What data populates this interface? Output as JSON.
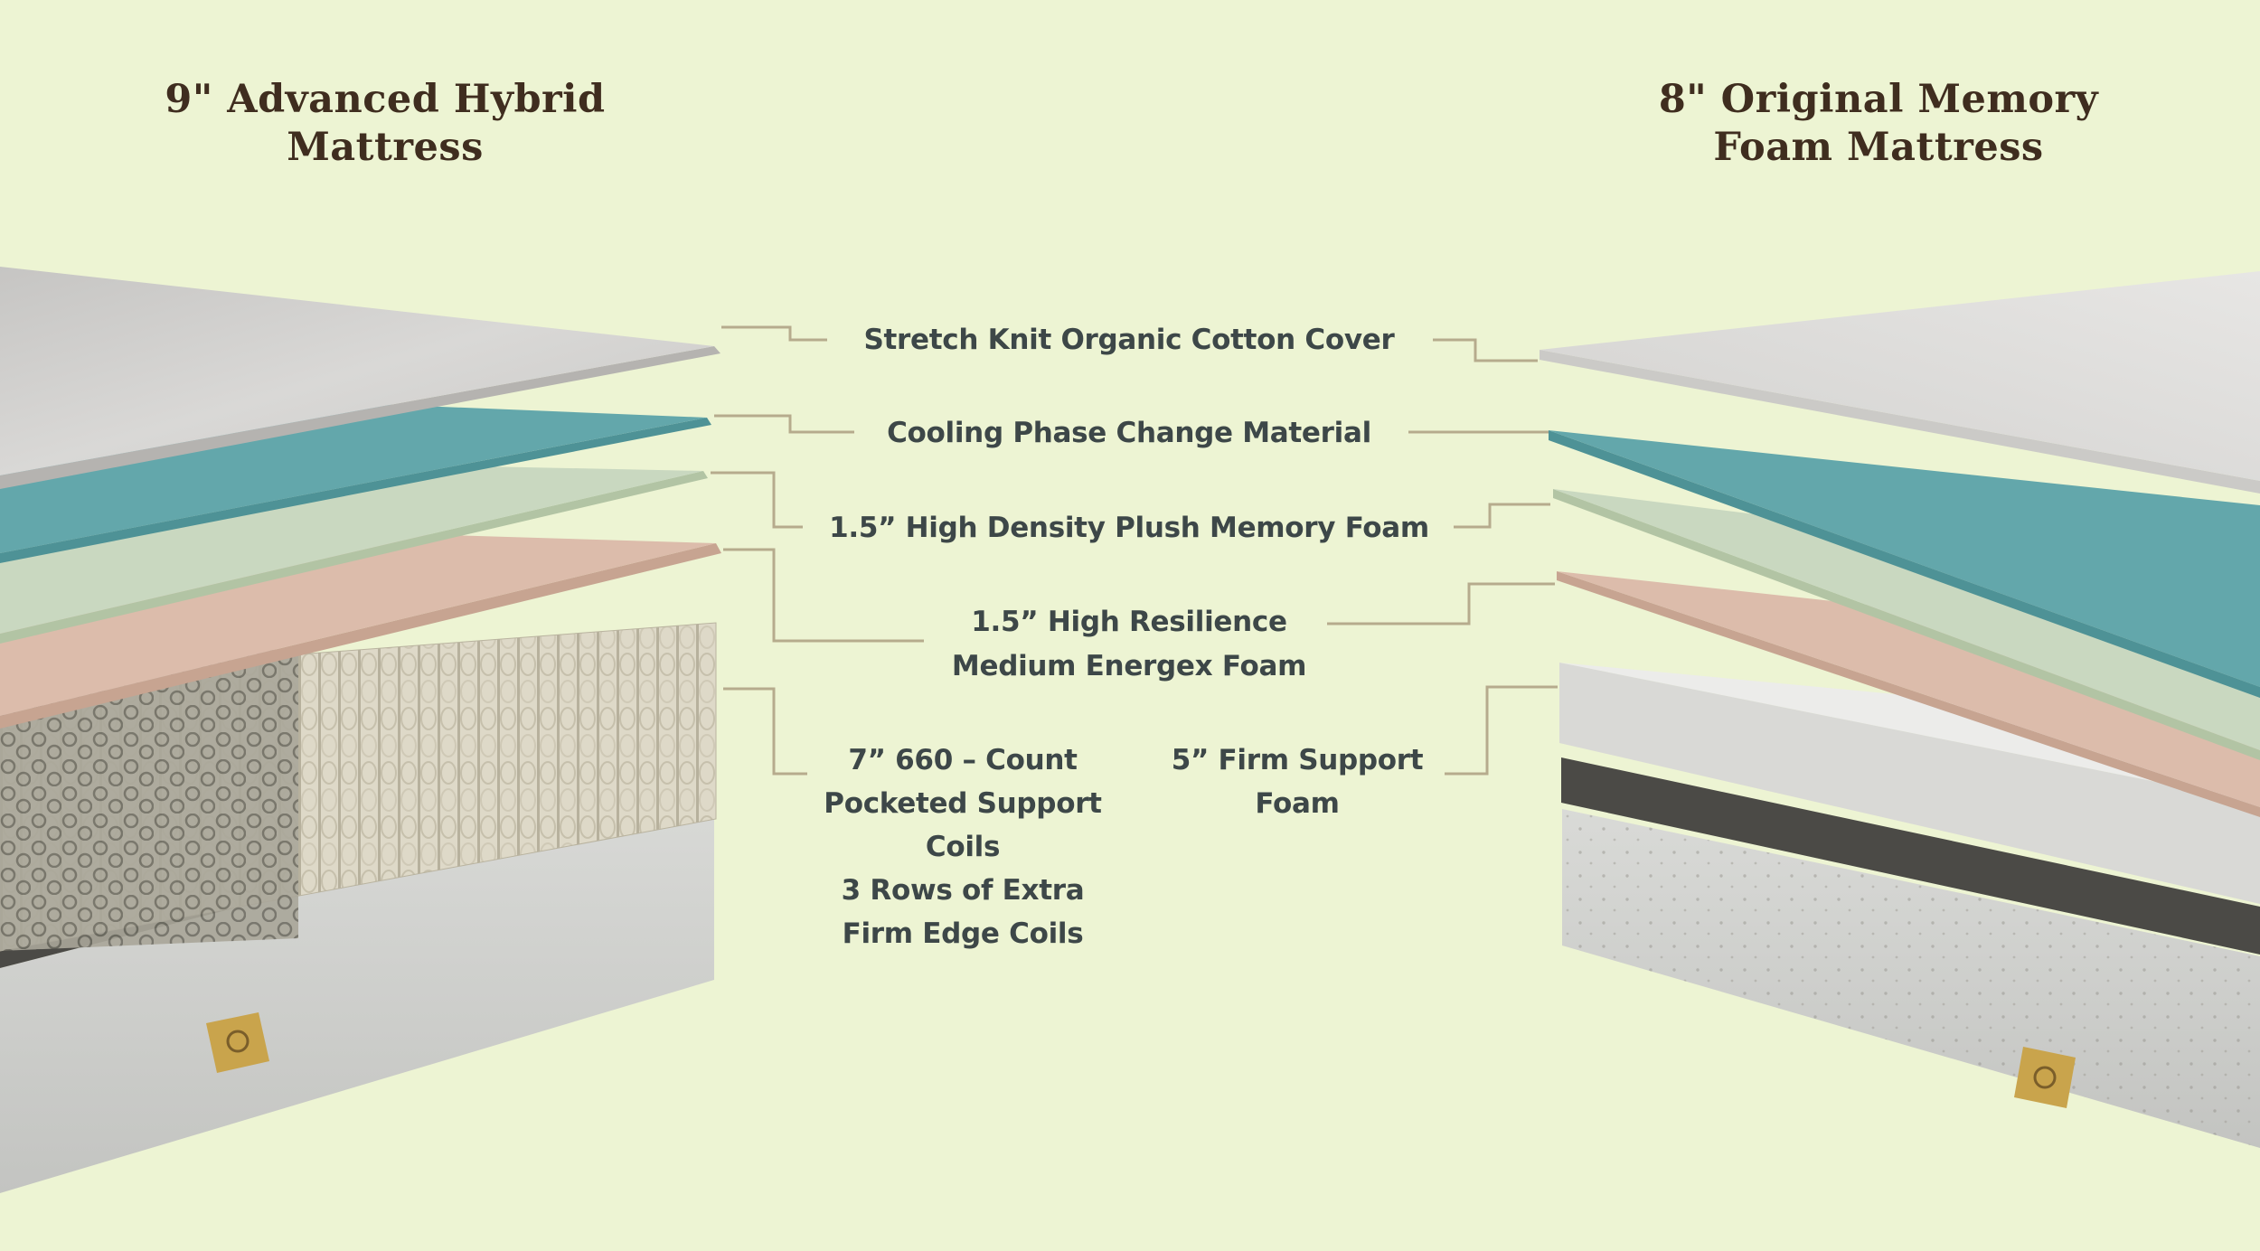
{
  "left_product": {
    "title_line1": "9\" Advanced Hybrid",
    "title_line2": "Mattress"
  },
  "right_product": {
    "title_line1": "8\" Original Memory",
    "title_line2": "Foam Mattress"
  },
  "labels": {
    "cover": "Stretch Knit Organic Cotton Cover",
    "cooling": "Cooling Phase Change Material",
    "memory": "1.5” High Density Plush Memory Foam",
    "energex1": "1.5” High Resilience",
    "energex2": "Medium Energex Foam",
    "coils1": "7” 660 – Count",
    "coils2": "Pocketed Support",
    "coils3": "Coils",
    "coils4": "3 Rows of Extra",
    "coils5": "Firm Edge Coils",
    "support1": "5” Firm Support",
    "support2": "Foam"
  },
  "colors": {
    "background": "#edf4d3",
    "title_text": "#3f2d1f",
    "label_text": "#3d4748",
    "connector": "#b6ab8d",
    "cover_gray": "#d0cfcd",
    "teal": "#63a7ab",
    "green": "#c9d8c0",
    "pink": "#dcbcab",
    "coil_cream": "#ded9c8",
    "foam_white": "#ececea",
    "dark_layer": "#4b4a46",
    "base_gray": "#cfd0cd",
    "tag_gold": "#c9a44c"
  }
}
